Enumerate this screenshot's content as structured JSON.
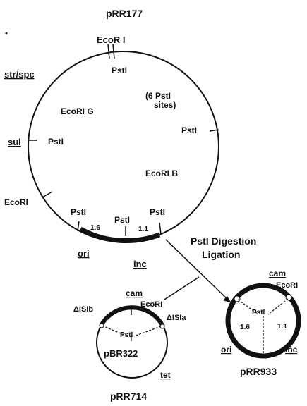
{
  "diagram": {
    "large_plasmid": {
      "name": "pRR177",
      "labels": {
        "ecori_top": "EcoR I",
        "psti_top": "PstI",
        "str_spc": "str/spc",
        "psti_sites_count": "(6 PstI",
        "psti_sites_word": "sites)",
        "ecori_g": "EcoRI G",
        "psti_right": "PstI",
        "sul": "sul",
        "psti_left": "PstI",
        "ecori_b": "EcoRI B",
        "ecori_left": "EcoRI",
        "psti_bottom_left": "PstI",
        "psti_bottom_mid": "PstI",
        "psti_bottom_right": "PstI",
        "size_left": "1.6",
        "size_right": "1.1",
        "ori": "ori",
        "inc": "inc"
      }
    },
    "step": {
      "line1": "PstI Digestion",
      "line2": "Ligation"
    },
    "small_plasmid": {
      "name": "pRR714",
      "labels": {
        "cam": "cam",
        "ecori": "EcoRI",
        "isi_b": "ΔISIb",
        "isi_a": "ΔISIa",
        "psti": "PstI",
        "backbone": "pBR322",
        "tet": "tet"
      }
    },
    "product_plasmid": {
      "name": "pRR933",
      "labels": {
        "cam": "cam",
        "ecori": "EcoRI",
        "psti": "PstI",
        "size_left": "1.6",
        "size_right": "1.1",
        "ori": "ori",
        "inc": "inc"
      }
    }
  }
}
